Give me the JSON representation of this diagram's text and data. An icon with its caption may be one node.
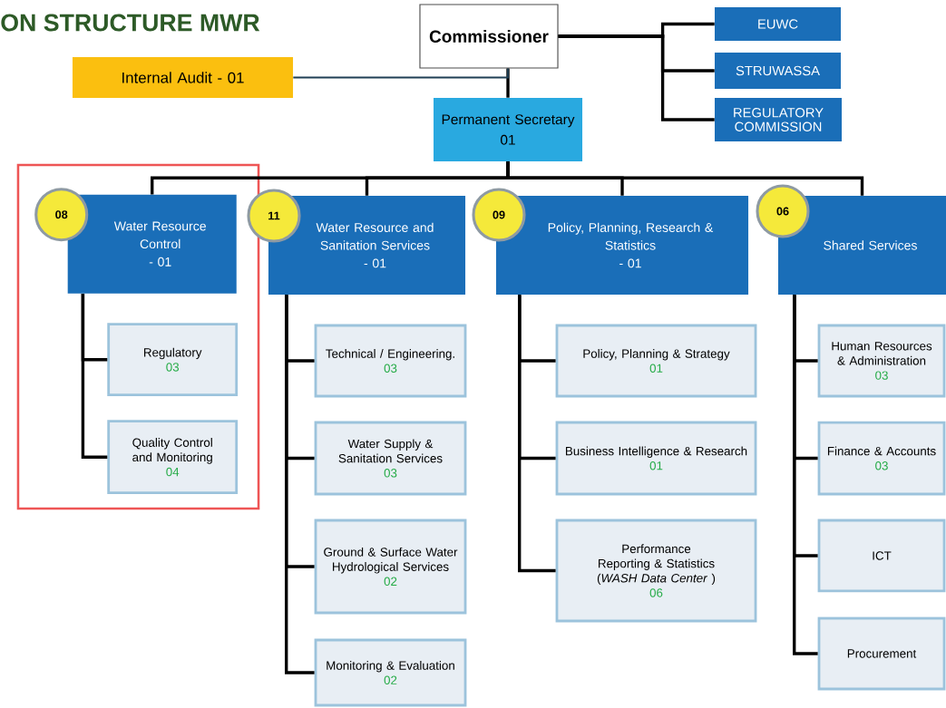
{
  "diagram": {
    "title": "ON STRUCTURE MWR",
    "nodes": [
      {
        "text": [
          "Commissioner"
        ]
      },
      {
        "text": [
          "Internal Audit - 01"
        ]
      },
      {
        "text": [
          "EUWC"
        ]
      },
      {
        "text": [
          "STRUWASSA"
        ]
      },
      {
        "text": [
          "REGULATORY COMMISSION"
        ]
      },
      {
        "text": [
          "Permanent Secretary",
          "01"
        ]
      },
      {
        "text": [],
        "shape": "box"
      },
      {
        "text": [
          "08"
        ],
        "in": 6
      },
      {
        "text": [
          "Water Resource Control",
          "- 01"
        ],
        "in": 6
      },
      {
        "text": [
          "Regulatory",
          "03"
        ],
        "in": 6
      },
      {
        "text": [
          "Quality Control and Monitoring",
          "04"
        ],
        "in": 6
      },
      {
        "text": [
          "11"
        ]
      },
      {
        "text": [
          "Water Resource and Sanitation Services",
          "- 01"
        ]
      },
      {
        "text": [
          "Technical / Engineering.",
          "03"
        ]
      },
      {
        "text": [
          "Water Supply & Sanitation Services",
          "03"
        ]
      },
      {
        "text": [
          "Ground & Surface Water Hydrological Services",
          "02"
        ]
      },
      {
        "text": [
          "Monitoring & Evaluation",
          "02"
        ]
      },
      {
        "text": [
          "09"
        ]
      },
      {
        "text": [
          "Policy, Planning, Research & Statistics",
          "- 01"
        ]
      },
      {
        "text": [
          "Policy, Planning & Strategy",
          "01"
        ]
      },
      {
        "text": [
          "Business Intelligence & Research",
          "01"
        ]
      },
      {
        "text": [
          "Performance Reporting & Statistics",
          "(*WASH Data Center* )",
          "06"
        ]
      },
      {
        "text": [
          "06"
        ]
      },
      {
        "text": [
          "Shared Services"
        ]
      },
      {
        "text": [
          "Human Resources & Administration",
          "03"
        ]
      },
      {
        "text": [
          "Finance & Accounts",
          "03"
        ]
      },
      {
        "text": [
          "ICT"
        ]
      },
      {
        "text": [
          "Procurement"
        ]
      }
    ],
    "edges": [
      {
        "from": 0,
        "to": 5,
        "arrow": "none"
      },
      {
        "from": 1,
        "to": 0,
        "arrow": "none",
        "color": "#1f3f55"
      },
      {
        "from": 0,
        "to": 2,
        "arrow": "none"
      },
      {
        "from": 0,
        "to": 3,
        "arrow": "none"
      },
      {
        "from": 0,
        "to": 4,
        "arrow": "none"
      },
      {
        "from": 5,
        "to": 8,
        "arrow": "none"
      },
      {
        "from": 5,
        "to": 12,
        "arrow": "none"
      },
      {
        "from": 5,
        "to": 18,
        "arrow": "none"
      },
      {
        "from": 5,
        "to": 23,
        "arrow": "none"
      },
      {
        "from": 8,
        "to": 9,
        "arrow": "none"
      },
      {
        "from": 8,
        "to": 10,
        "arrow": "none"
      },
      {
        "from": 12,
        "to": 13,
        "arrow": "none"
      },
      {
        "from": 12,
        "to": 14,
        "arrow": "none"
      },
      {
        "from": 12,
        "to": 15,
        "arrow": "none"
      },
      {
        "from": 12,
        "to": 16,
        "arrow": "none"
      },
      {
        "from": 18,
        "to": 19,
        "arrow": "none"
      },
      {
        "from": 18,
        "to": 20,
        "arrow": "none"
      },
      {
        "from": 18,
        "to": 21,
        "arrow": "none"
      },
      {
        "from": 23,
        "to": 24,
        "arrow": "none"
      },
      {
        "from": 23,
        "to": 25,
        "arrow": "none"
      },
      {
        "from": 23,
        "to": 26,
        "arrow": "none"
      },
      {
        "from": 23,
        "to": 27,
        "arrow": "none"
      }
    ]
  }
}
